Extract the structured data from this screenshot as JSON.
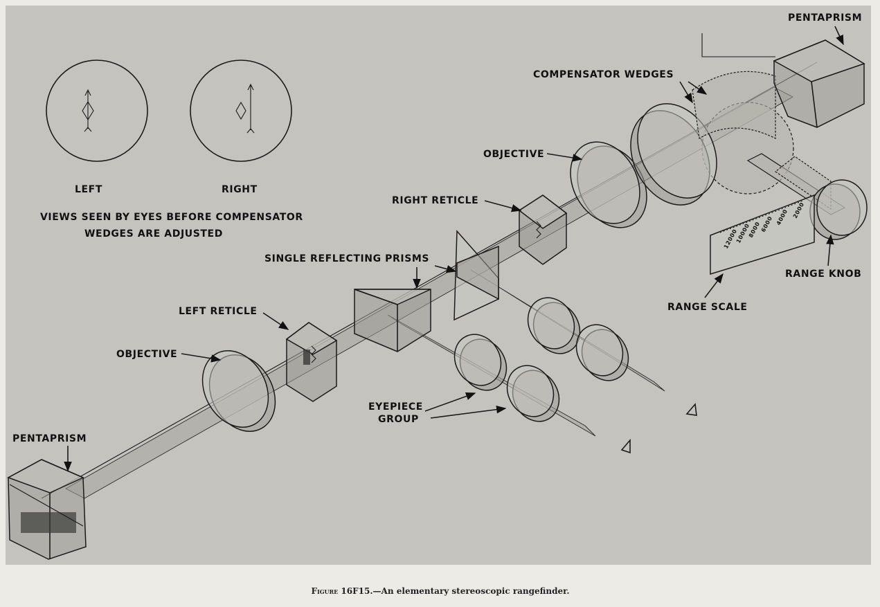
{
  "views": {
    "left_label": "LEFT",
    "right_label": "RIGHT",
    "description_line1": "VIEWS SEEN BY EYES BEFORE COMPENSATOR",
    "description_line2": "WEDGES ARE ADJUSTED"
  },
  "labels": {
    "pentaprism_top": "PENTAPRISM",
    "compensator_wedges": "COMPENSATOR WEDGES",
    "objective_right": "OBJECTIVE",
    "right_reticle": "RIGHT RETICLE",
    "single_reflecting_prisms": "SINGLE REFLECTING PRISMS",
    "left_reticle": "LEFT RETICLE",
    "objective_left": "OBJECTIVE",
    "eyepiece_line1": "EYEPIECE",
    "eyepiece_line2": "GROUP",
    "pentaprism_bottom": "PENTAPRISM",
    "range_knob": "RANGE KNOB",
    "range_scale": "RANGE SCALE"
  },
  "scale_marks": [
    "12000",
    "10000",
    "8000",
    "6000",
    "4000",
    "2000"
  ],
  "caption": {
    "prefix": "Figure 16F15.",
    "text": "—An elementary stereoscopic rangefinder."
  }
}
